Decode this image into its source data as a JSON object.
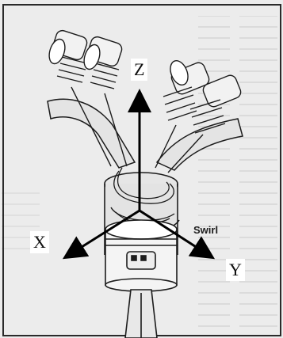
{
  "figure": {
    "axes": {
      "z": "Z",
      "x": "X",
      "y": "Y"
    },
    "flow_label": "Swirl",
    "colors": {
      "background": "#ececec",
      "ink": "#1c1c1c",
      "arrow": "#000000",
      "label_box": "#ffffff"
    }
  }
}
